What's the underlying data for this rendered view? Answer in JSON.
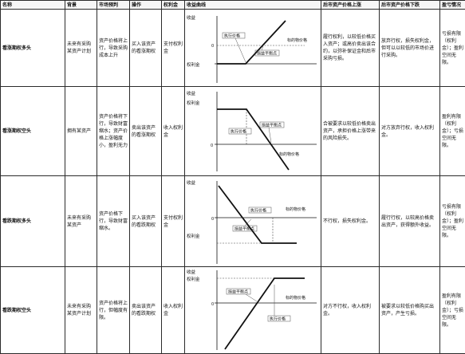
{
  "headers": [
    "名称",
    "背景",
    "市场预判",
    "操作",
    "权利金",
    "收益曲线",
    "后市资产价格上涨",
    "后市资产价格下跌",
    "盈亏情况"
  ],
  "rows": [
    {
      "name": "看涨期权多头",
      "background": "未来有采购某资产计划",
      "forecast": "资产价格将上行，导致采购成本上升",
      "operation": "买入该资产的看涨期权",
      "premium": "支付权利金",
      "rise": "履行权利，以较低价格买入资产；或高价卖出该合约，以弥补保证金和后市采购亏损。",
      "fall": "放弃行权，损失权利金，但可以以较低的市场价进行采购。",
      "pnl": "亏损有限（权利金）；盈利空间无限。",
      "chart": {
        "income": "收益",
        "premium": "权利金",
        "strike": "执行价格",
        "breakeven": "损益平衡点",
        "price": "标的物价格",
        "origin": "0"
      }
    },
    {
      "name": "看涨期权空头",
      "background": "拥有某资产",
      "forecast": "资产价格将下行，导致财富缩水；资产价格上涨幅度小，盈利无力",
      "operation": "卖出该资产的看涨期权",
      "premium": "收入权利金",
      "rise": "合被要求以较低价格卖出资产，承担价格上涨带来的风险损失。",
      "fall": "对方放弃行权，收入权利金。",
      "pnl": "盈利有限（权利金）；亏损空间无限。",
      "chart": {
        "income": "收益",
        "premium": "权利金",
        "strike": "执行价格",
        "breakeven": "损益平衡点",
        "price": "标的物价格",
        "origin": "0"
      }
    },
    {
      "name": "看跌期权多头",
      "background": "未来有采购某资产",
      "forecast": "资产价格下行，导致财富缩水。",
      "operation": "买入该资产的看跌期权",
      "premium": "支付权利金",
      "rise": "不行权，损失权利金。",
      "fall": "履行行权，以较高价格卖出资产，获得额外收益。",
      "pnl": "亏损有限（权利金）；盈利空间无限。",
      "chart": {
        "income": "收益",
        "premium": "权利金",
        "strike": "执行价格",
        "breakeven": "损益平衡点",
        "price": "标的物价格",
        "origin": "0"
      }
    },
    {
      "name": "看跌期权空头",
      "background": "未来有采购某资产计划",
      "forecast": "资产价格将上行，但幅度有限。",
      "operation": "卖出该资产的看跌期权",
      "premium": "收入权利金",
      "rise": "对方不行权，收入权利金。",
      "fall": "被要求以较低价格购买出资产，产生亏损。",
      "pnl": "盈利有限（权利金）；亏损空间无限。",
      "chart": {
        "income": "收益",
        "premium": "权利金",
        "strike": "执行价格",
        "breakeven": "损益平衡点",
        "price": "标的物价格",
        "origin": "0"
      }
    }
  ]
}
